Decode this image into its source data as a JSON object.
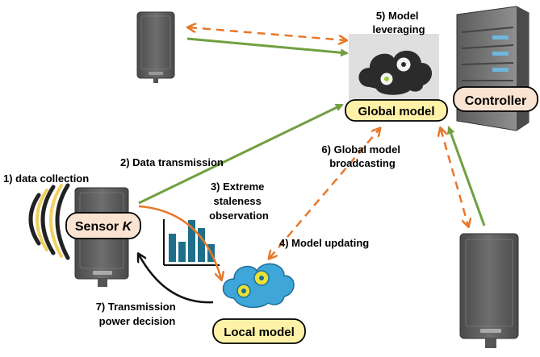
{
  "steps": {
    "s1": "1) data collection",
    "s2": "2) Data transmission",
    "s3": [
      "3) Extreme",
      "staleness",
      "observation"
    ],
    "s4": "4) Model updating",
    "s5": [
      "5) Model",
      "leveraging"
    ],
    "s6": [
      "6) Global model",
      "broadcasting"
    ],
    "s7": [
      "7) Transmission",
      "power decision"
    ]
  },
  "badges": {
    "sensor_prefix": "Sensor ",
    "sensor_k": "K",
    "global_model": "Global model",
    "local_model": "Local model",
    "controller": "Controller"
  },
  "colors": {
    "green_arrow": "#70a040",
    "orange_arrow": "#e8782a",
    "black_arrow": "#111111",
    "badge_yellow": "#fff2a8",
    "badge_peach": "#fbe3d2",
    "badge_border": "#000000",
    "cloud_dark": "#2b2b2b",
    "cloud_blue": "#3ea6d8",
    "gear_yellow": "#e8e235",
    "bar_teal": "#1f6f8b",
    "device_gray": "#5a5a5a",
    "server_gray": "#7a7a7a"
  },
  "icons": {
    "antenna": "antenna-panel-icon",
    "cloud_global": "cloud-gears-icon",
    "cloud_local": "cloud-gears-icon",
    "server": "server-rack-icon",
    "signal": "wireless-signal-icon",
    "chart": "bar-chart-icon"
  }
}
